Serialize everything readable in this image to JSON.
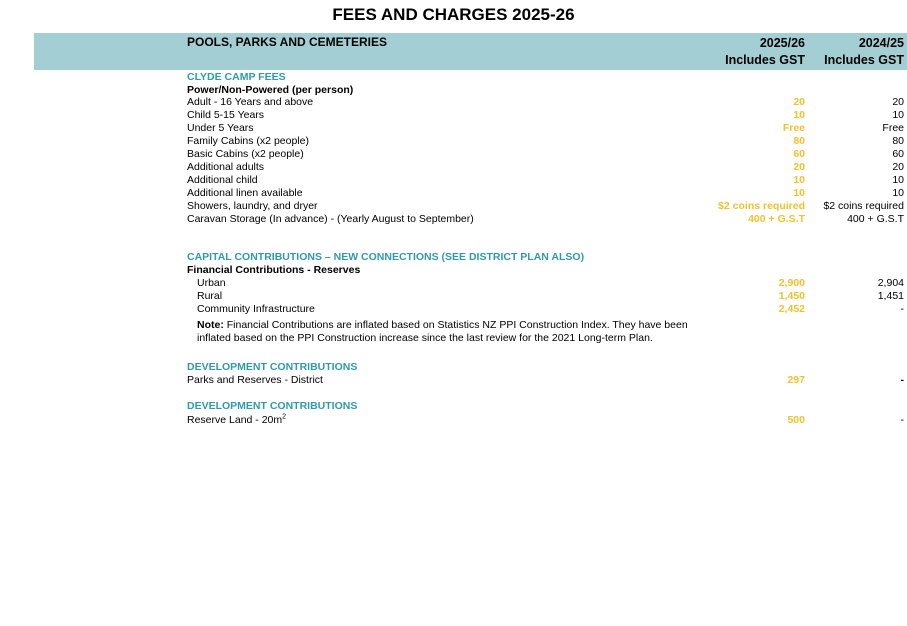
{
  "page": {
    "title": "FEES AND CHARGES 2025-26"
  },
  "header": {
    "section": "POOLS, PARKS AND CEMETERIES",
    "col1_line1": "2025/26",
    "col1_line2": "Includes GST",
    "col2_line1": "2024/25",
    "col2_line2": "Includes GST"
  },
  "clyde": {
    "heading": "CLYDE CAMP FEES",
    "subheading": "Power/Non-Powered (per person)",
    "rows": [
      {
        "label": "Adult - 16 Years and above",
        "v2025": "20",
        "v2024": "20"
      },
      {
        "label": "Child 5-15 Years",
        "v2025": "10",
        "v2024": "10"
      },
      {
        "label": "Under 5 Years",
        "v2025": "Free",
        "v2024": "Free"
      },
      {
        "label": "Family Cabins (x2 people)",
        "v2025": "80",
        "v2024": "80"
      },
      {
        "label": "Basic Cabins (x2 people)",
        "v2025": "60",
        "v2024": "60"
      },
      {
        "label": "Additional adults",
        "v2025": "20",
        "v2024": "20"
      },
      {
        "label": "Additional child",
        "v2025": "10",
        "v2024": "10"
      },
      {
        "label": "Additional linen available",
        "v2025": "10",
        "v2024": "10"
      },
      {
        "label": "Showers, laundry, and dryer",
        "v2025": "$2 coins required",
        "v2024": "$2 coins required"
      },
      {
        "label": "Caravan Storage (In advance) - (Yearly August to September)",
        "v2025": "400 + G.S.T",
        "v2024": "400 + G.S.T"
      }
    ]
  },
  "capital": {
    "heading": "CAPITAL CONTRIBUTIONS – NEW CONNECTIONS (SEE DISTRICT PLAN ALSO)",
    "subheading": "Financial Contributions - Reserves",
    "rows": [
      {
        "label": "Urban",
        "v2025": "2,900",
        "v2024": "2,904"
      },
      {
        "label": "Rural",
        "v2025": "1,450",
        "v2024": "1,451"
      },
      {
        "label": "Community Infrastructure",
        "v2025": "2,452",
        "v2024": "-"
      }
    ],
    "note_label": "Note:",
    "note_text": " Financial Contributions are inflated based on Statistics NZ PPI Construction Index. They have been inflated based on the PPI Construction increase since the last review for the 2021 Long-term Plan."
  },
  "dev1": {
    "heading": "DEVELOPMENT CONTRIBUTIONS",
    "row": {
      "label": "Parks and Reserves - District",
      "v2025": "297",
      "v2024": "-"
    }
  },
  "dev2": {
    "heading": "DEVELOPMENT CONTRIBUTIONS",
    "row": {
      "label": "Reserve Land - 20m",
      "label_sup": "2",
      "v2025": "500",
      "v2024": "-"
    }
  },
  "colors": {
    "header_band": "#a3cfd4",
    "section_heading": "#2f9aa8",
    "current_year_value": "#f2c12e"
  }
}
